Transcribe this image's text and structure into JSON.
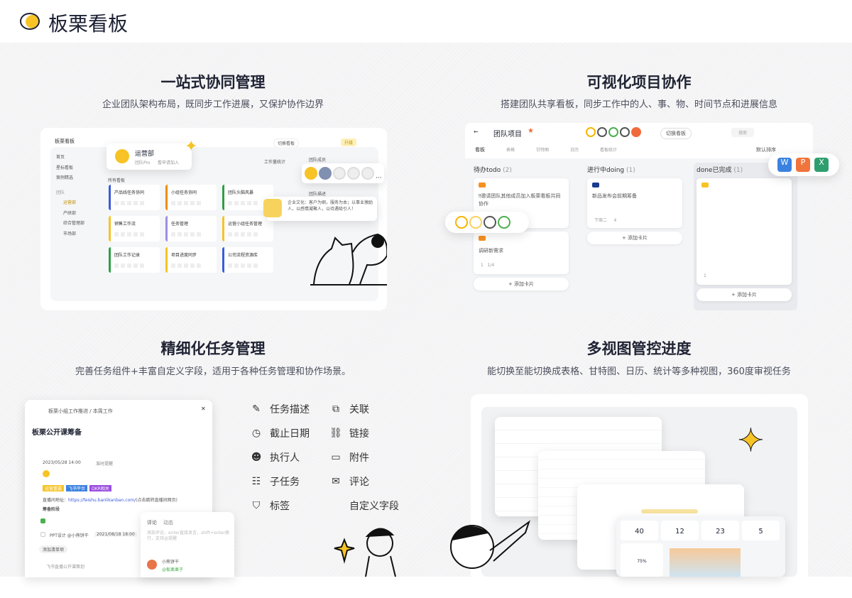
{
  "brand": {
    "name": "板栗看板"
  },
  "colors": {
    "accent": "#f7c325",
    "text": "#1f2333"
  },
  "sections": [
    {
      "title": "一站式协同管理",
      "subtitle": "企业团队架构布局，既同步工作进展，又保护协作边界"
    },
    {
      "title": "可视化项目协作",
      "subtitle": "搭建团队共享看板，同步工作中的人、事、物、时间节点和进展信息"
    },
    {
      "title": "精细化任务管理",
      "subtitle": "完善任务组件+丰富自定义字段，适用于各种任务管理和协作场景。"
    },
    {
      "title": "多视图管控进度",
      "subtitle": "能切换至能切换成表格、甘特图、日历、统计等多种视图，360度审视任务"
    }
  ],
  "team_mock": {
    "app": "板栗看板",
    "switch": "切换看板",
    "upgrade": "升级",
    "nav": [
      "首页",
      "星标看板",
      "案例精选"
    ],
    "group": "团队",
    "depts": [
      "运营部",
      "产研部",
      "综合管理部",
      "市场部"
    ],
    "dept_name": "运营部",
    "dept_tags": [
      "团队Pro",
      "看申请加入"
    ],
    "stats_btn": "工作量统计",
    "all_boards": "所有看板",
    "boards": [
      {
        "name": "产品线任务协同",
        "color": "#3b5bdb"
      },
      {
        "name": "小组任务协同",
        "color": "#f08c00"
      },
      {
        "name": "团队头脑风暴",
        "color": "#2f9e44"
      },
      {
        "name": "销售工作流",
        "color": "#f7c325"
      },
      {
        "name": "任务管理",
        "color": "#9c8fe0"
      },
      {
        "name": "运营小组任务管理",
        "color": "#f7c325"
      },
      {
        "name": "团队工作记录",
        "color": "#2f9e44"
      },
      {
        "name": "项目进度同步",
        "color": "#f7c325"
      },
      {
        "name": "公司流程资源库",
        "color": "#3b5bdb"
      }
    ],
    "members_label": "团队成员",
    "desc_label": "团队描述",
    "culture": "企业文化：客户为纲，服务为本；以事业激励人，以感情凝聚人，以待遇吸引人！"
  },
  "kanban_mock": {
    "title": "团队项目",
    "switch": "切换看板",
    "search": "搜索",
    "views": [
      "看板",
      "表格",
      "甘特图",
      "日历",
      "看板统计"
    ],
    "sort": "默认排序",
    "columns": [
      {
        "name": "待办todo",
        "count": "(2)",
        "cards": [
          {
            "title": "‼邀请团队其他成员加入板栗看板共同协作"
          },
          {
            "title": "调研新需求",
            "meta": "1   1/4"
          }
        ]
      },
      {
        "name": "进行中doing",
        "count": "(1)",
        "cards": [
          {
            "title": "新品发布会前期筹备",
            "meta": "下周二     4"
          }
        ]
      },
      {
        "name": "done已完成",
        "count": "(1)",
        "cards": [
          {
            "title": "",
            "meta": "1"
          }
        ]
      }
    ],
    "add_card": "+ 添加卡片",
    "apps": [
      "W",
      "P",
      "X"
    ]
  },
  "task_mock": {
    "breadcrumb": "板栗小组工作推进 / 本周工作",
    "title": "板栗公开课筹备",
    "date": "2023/05/28 14:00",
    "remind": "准时提醒",
    "tags": [
      "运营重要",
      "飞书平台",
      "OKR相关"
    ],
    "link_label": "直播间地址：",
    "link": "https://feishu.banlikanban.com/",
    "link_note": "(点击跳转直播间网页)",
    "stage": "筹备阶段",
    "subtask": "PPT设计 @小熊饼干",
    "subtask_date": "2021/08/18 18:00",
    "add_item": "添加清单项",
    "related": "飞书直播公开课策划",
    "comment_tabs": [
      "评论",
      "动态"
    ],
    "comment_placeholder": "添加评论，enter直接发言，shift+enter换行，支持@提醒",
    "commenter": "小熊饼干",
    "mention": "@板栗栗子"
  },
  "features": [
    {
      "label": "任务描述",
      "icon": "pencil-icon"
    },
    {
      "label": "关联",
      "icon": "relation-icon"
    },
    {
      "label": "截止日期",
      "icon": "clock-icon"
    },
    {
      "label": "链接",
      "icon": "link-icon"
    },
    {
      "label": "执行人",
      "icon": "person-icon"
    },
    {
      "label": "附件",
      "icon": "folder-icon"
    },
    {
      "label": "子任务",
      "icon": "subtask-icon"
    },
    {
      "label": "评论",
      "icon": "comment-icon"
    },
    {
      "label": "标签",
      "icon": "tag-icon"
    },
    {
      "label": "自定义字段",
      "icon": "code-icon"
    }
  ],
  "views_mock": {
    "stats": [
      "40",
      "12",
      "23",
      "5"
    ],
    "gauge": "75%"
  }
}
